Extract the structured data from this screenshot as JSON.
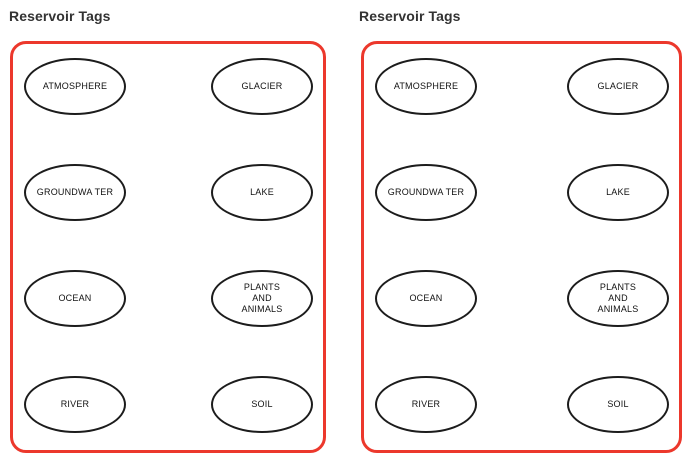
{
  "panels": [
    {
      "title": "Reservoir Tags",
      "tags": [
        "ATMOSPHERE",
        "GLACIER",
        "GROUNDWA TER",
        "LAKE",
        "OCEAN",
        "PLANTS\nAND\nANIMALS",
        "RIVER",
        "SOIL"
      ]
    },
    {
      "title": "Reservoir Tags",
      "tags": [
        "ATMOSPHERE",
        "GLACIER",
        "GROUNDWA TER",
        "LAKE",
        "OCEAN",
        "PLANTS\nAND\nANIMALS",
        "RIVER",
        "SOIL"
      ]
    }
  ],
  "colors": {
    "panel_border": "#ec382c",
    "ellipse_stroke": "#1c1c1c",
    "label_text": "#111111",
    "title_text": "#333333",
    "background": "#ffffff"
  }
}
